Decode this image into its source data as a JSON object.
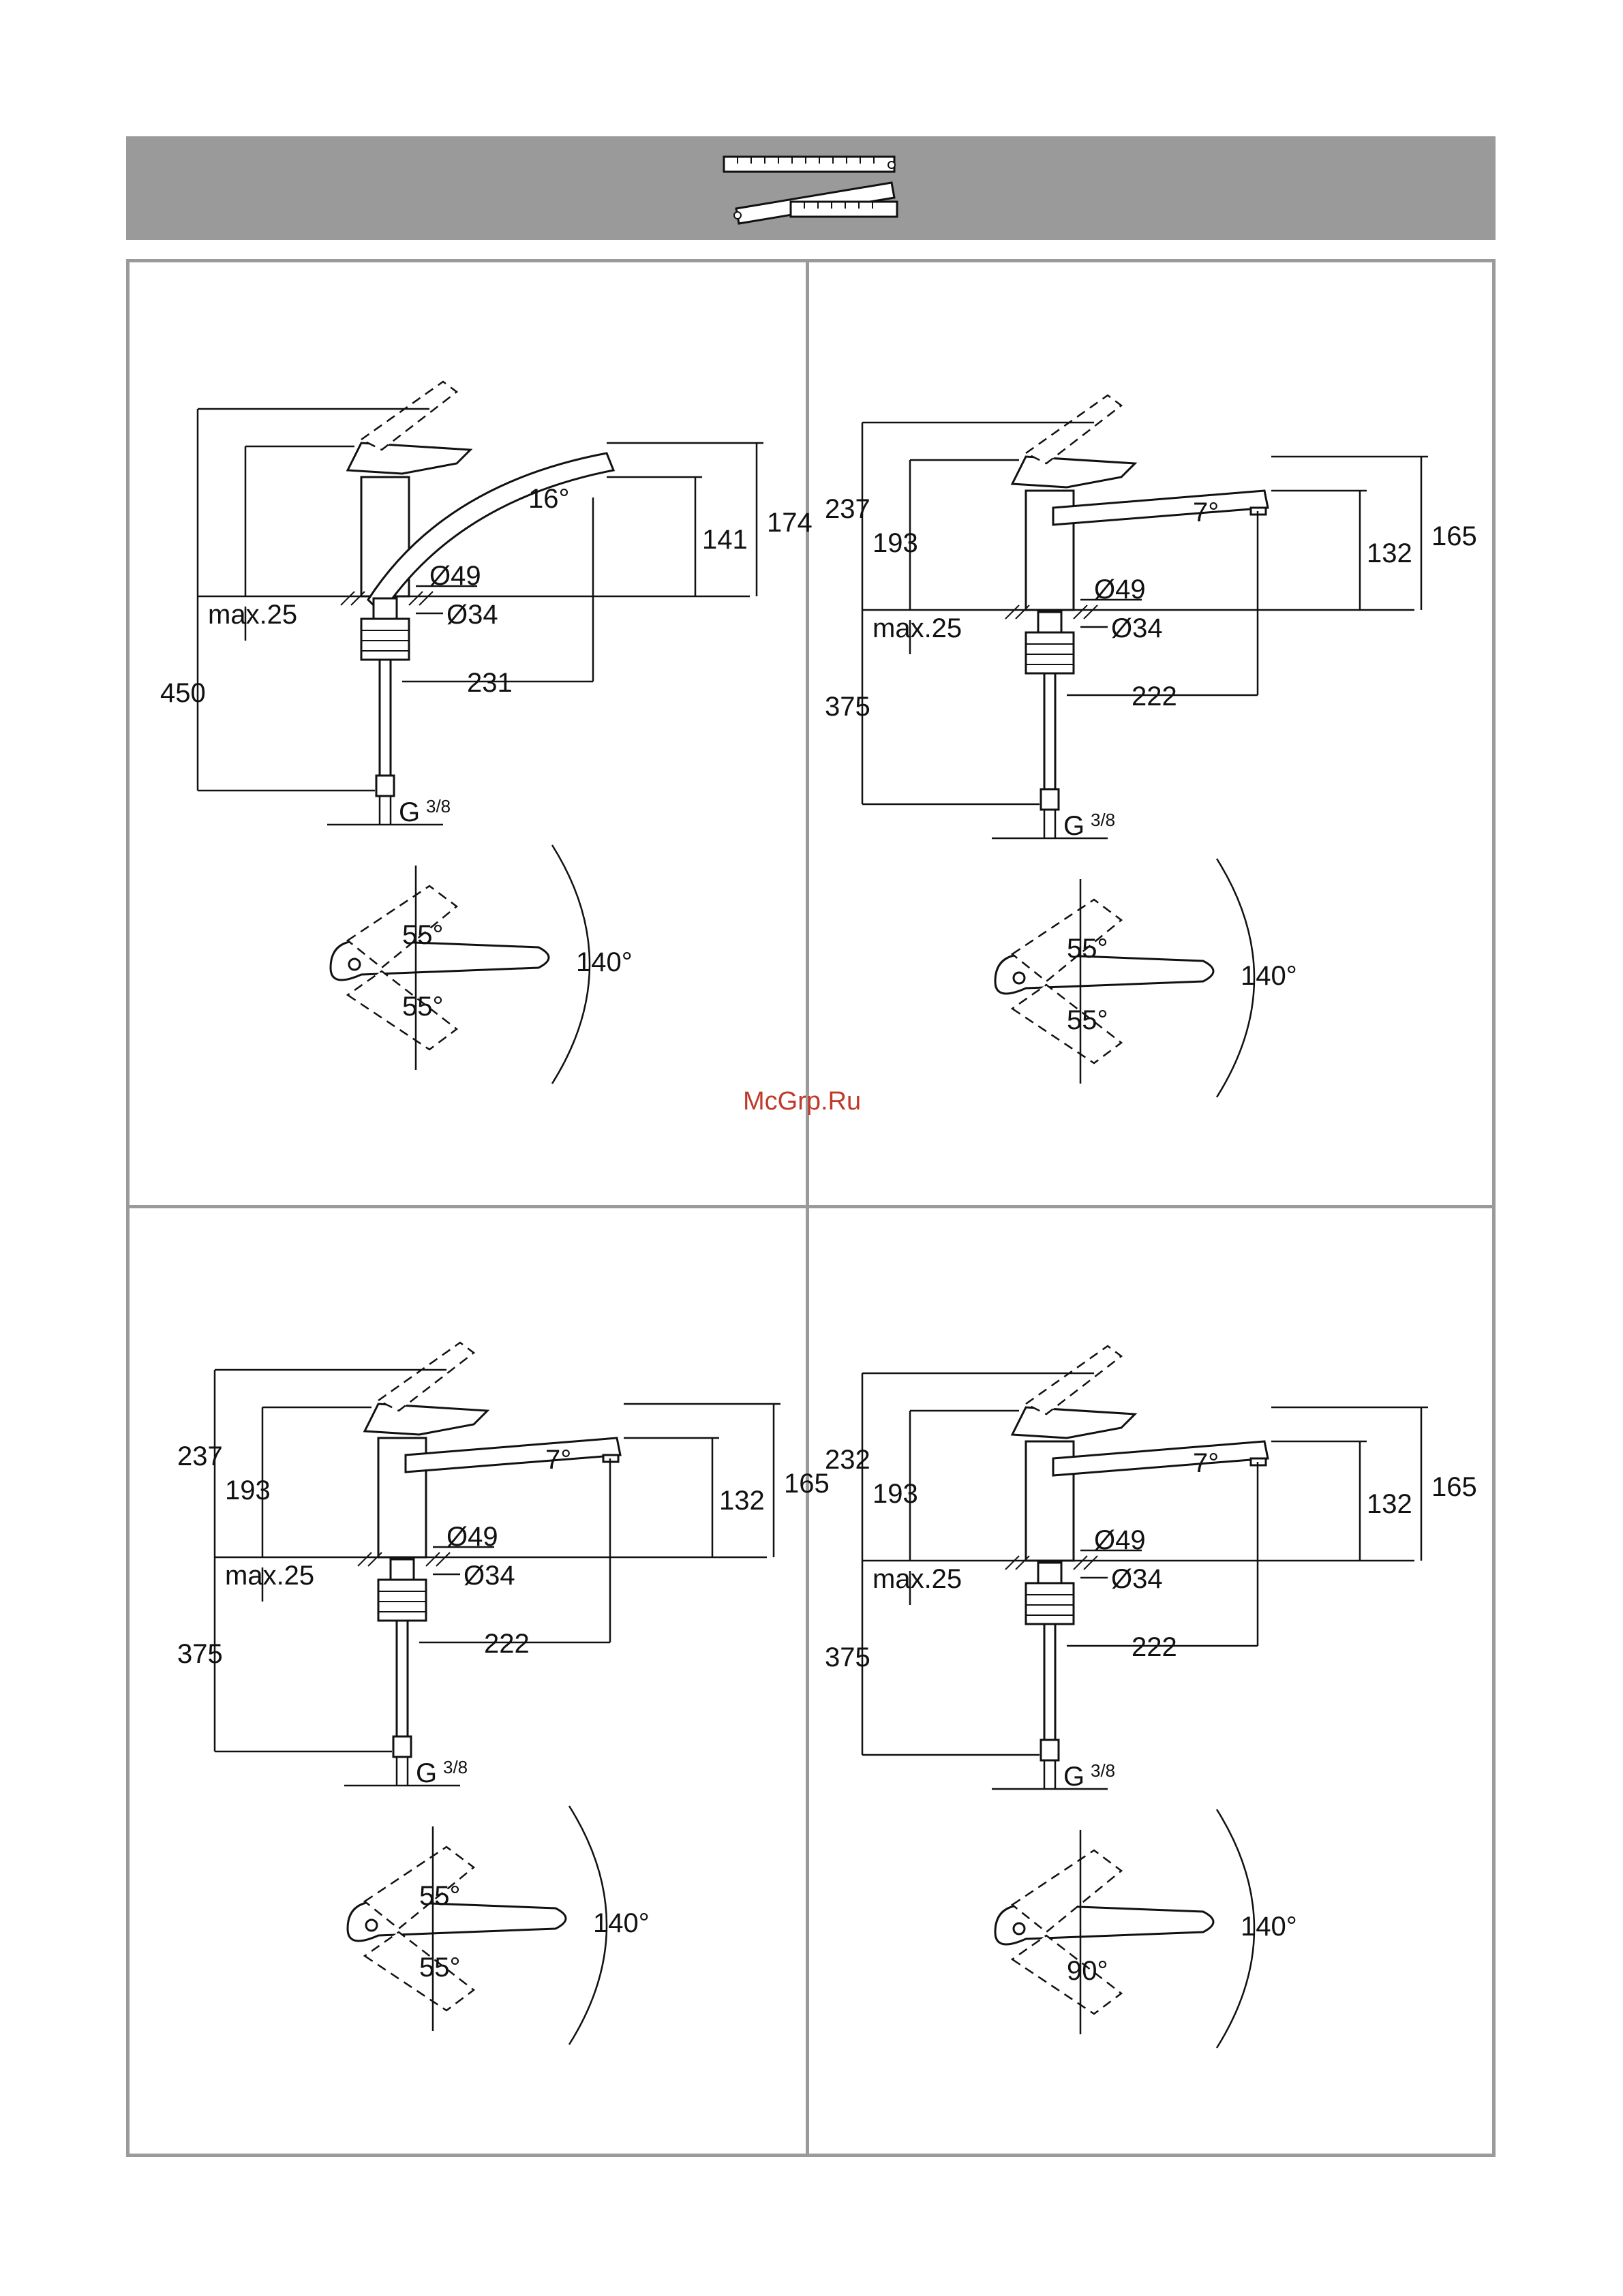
{
  "watermark": "McGrp.Ru",
  "panels": [
    {
      "dims": {
        "top_total": "",
        "lever_h": "",
        "spout_h": "174",
        "outlet_h": "141",
        "angle": "16°",
        "diam_body": "Ø49",
        "diam_hole": "Ø34",
        "deck": "max.25",
        "below": "450",
        "reach": "231",
        "thread_g": "G",
        "thread_frac": "3/8"
      },
      "swing": {
        "a": "55°",
        "b": "55°",
        "total": "140°"
      }
    },
    {
      "dims": {
        "top_total": "237",
        "lever_h": "193",
        "spout_h": "165",
        "outlet_h": "132",
        "angle": "7°",
        "diam_body": "Ø49",
        "diam_hole": "Ø34",
        "deck": "max.25",
        "below": "375",
        "reach": "222",
        "thread_g": "G",
        "thread_frac": "3/8"
      },
      "swing": {
        "a": "55°",
        "b": "55°",
        "total": "140°"
      }
    },
    {
      "dims": {
        "top_total": "237",
        "lever_h": "193",
        "spout_h": "165",
        "outlet_h": "132",
        "angle": "7°",
        "diam_body": "Ø49",
        "diam_hole": "Ø34",
        "deck": "max.25",
        "below": "375",
        "reach": "222",
        "thread_g": "G",
        "thread_frac": "3/8"
      },
      "swing": {
        "a": "55°",
        "b": "55°",
        "total": "140°"
      }
    },
    {
      "dims": {
        "top_total": "232",
        "lever_h": "193",
        "spout_h": "165",
        "outlet_h": "132",
        "angle": "7°",
        "diam_body": "Ø49",
        "diam_hole": "Ø34",
        "deck": "max.25",
        "below": "375",
        "reach": "222",
        "thread_g": "G",
        "thread_frac": "3/8"
      },
      "swing": {
        "a": "",
        "b": "90°",
        "total": "140°"
      }
    }
  ]
}
